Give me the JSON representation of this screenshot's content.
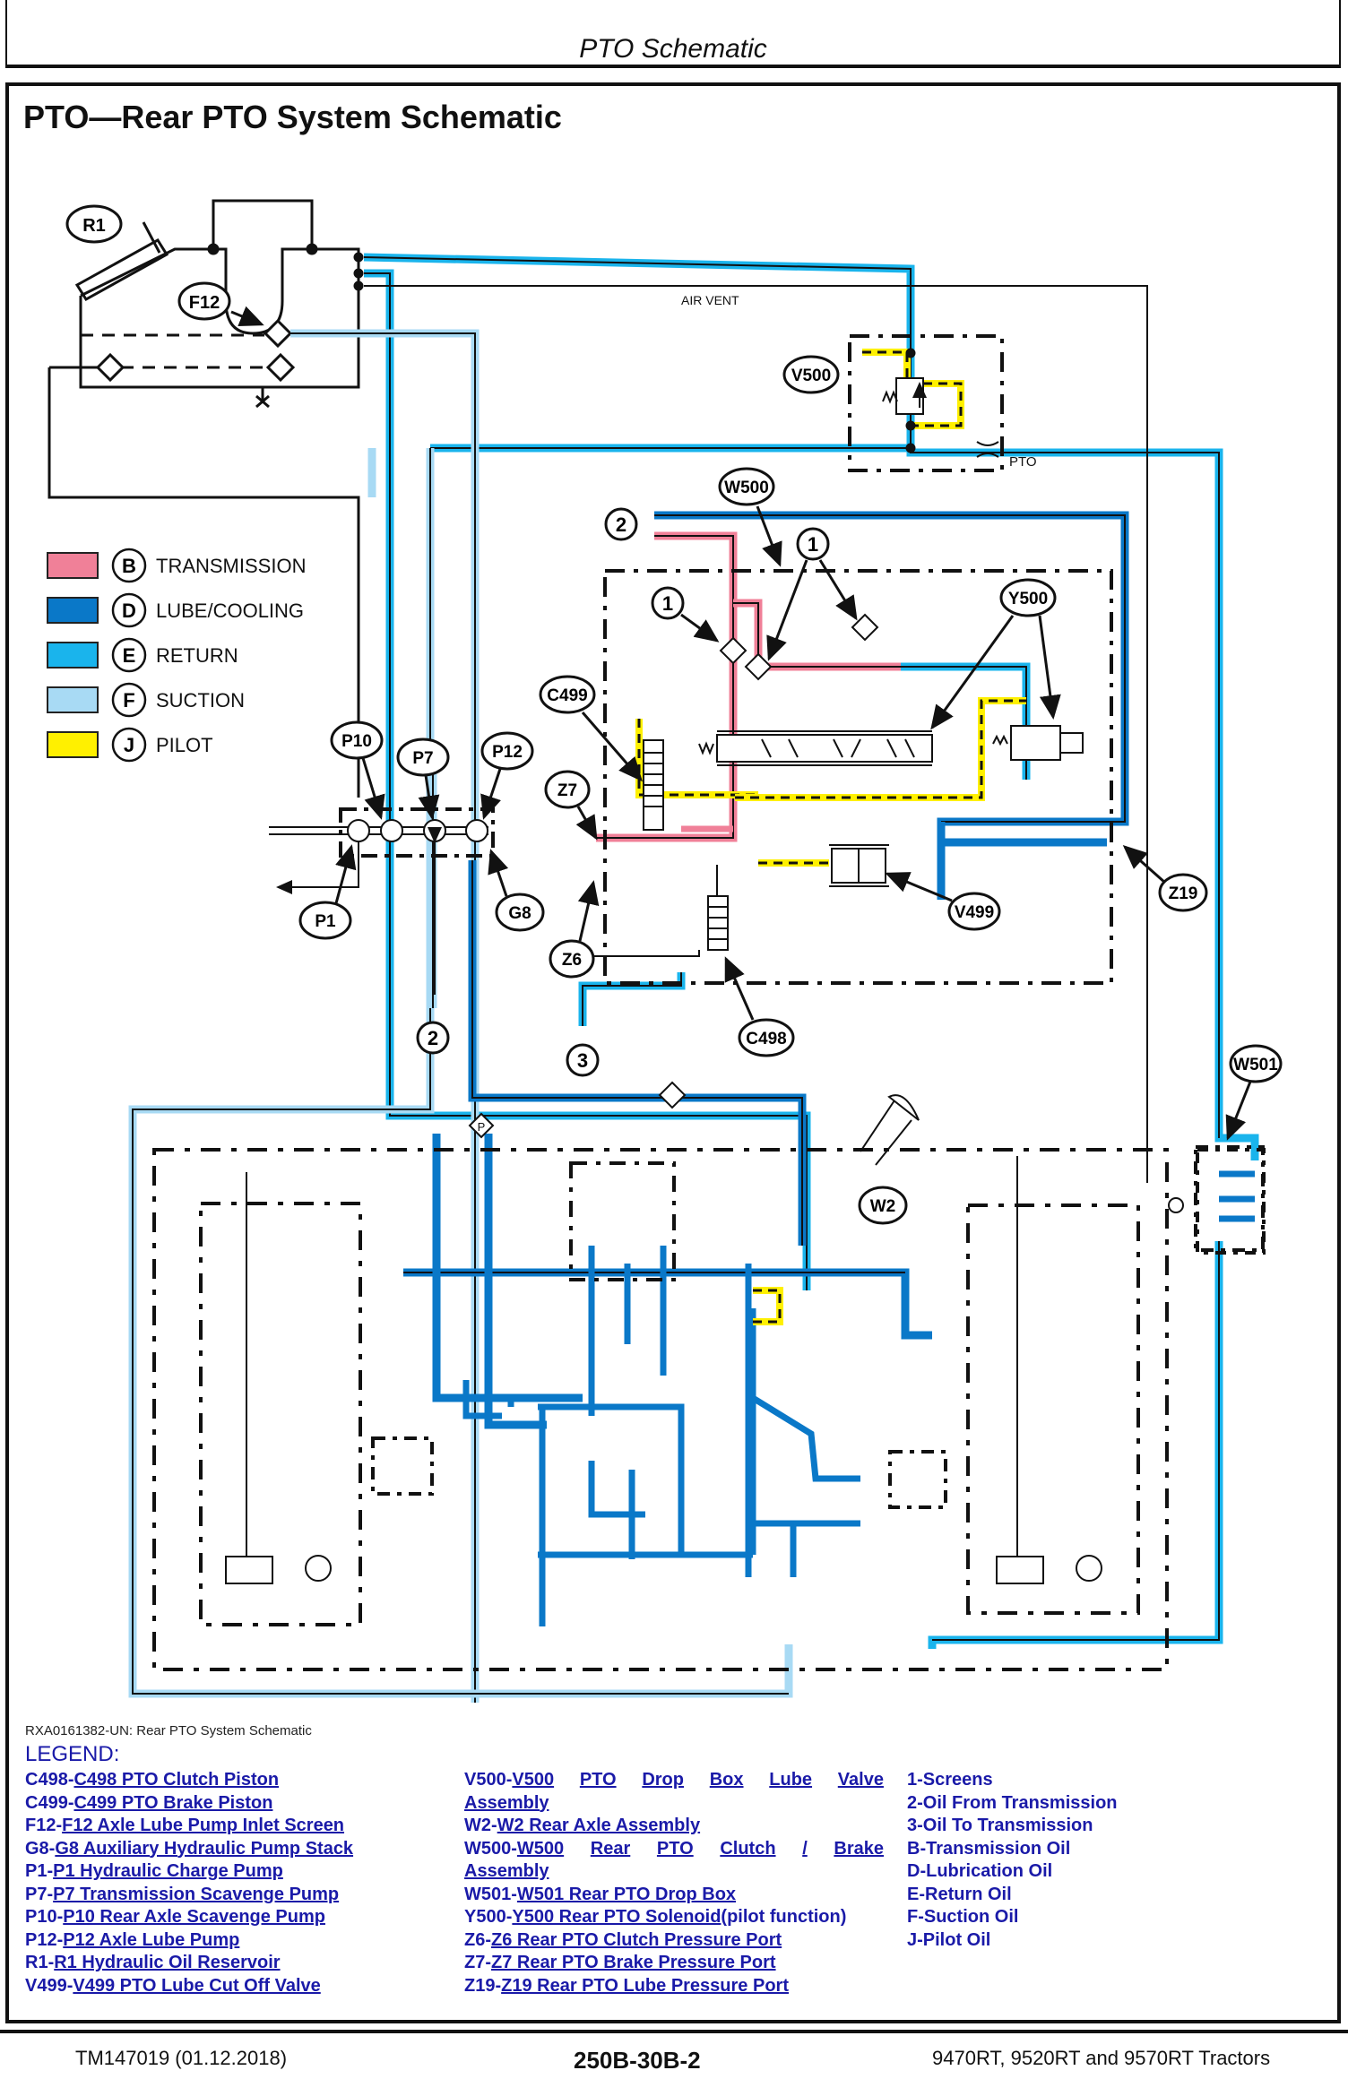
{
  "header": {
    "title": "PTO Schematic"
  },
  "section": {
    "title": "PTO—Rear PTO System Schematic"
  },
  "schematic": {
    "air_vent_label": "AIR VENT",
    "pto_label": "PTO",
    "component_tags": {
      "R1": "R1",
      "F12": "F12",
      "V500": "V500",
      "W500": "W500",
      "Y500": "Y500",
      "C499": "C499",
      "C498": "C498",
      "Z7": "Z7",
      "Z6": "Z6",
      "Z19": "Z19",
      "V499": "V499",
      "P10": "P10",
      "P7": "P7",
      "P12": "P12",
      "P1": "P1",
      "G8": "G8",
      "W501": "W501",
      "W2": "W2"
    },
    "callouts": {
      "screens": "1",
      "from_transmission": "2",
      "to_transmission": "3",
      "p_port": "P"
    },
    "color_key": [
      {
        "code": "B",
        "label": "TRANSMISSION",
        "color": "#f08098"
      },
      {
        "code": "D",
        "label": "LUBE/COOLING",
        "color": "#0a78c8"
      },
      {
        "code": "E",
        "label": "RETURN",
        "color": "#1ab4ec"
      },
      {
        "code": "F",
        "label": "SUCTION",
        "color": "#a8daf4"
      },
      {
        "code": "J",
        "label": "PILOT",
        "color": "#fff000"
      }
    ]
  },
  "caption": "RXA0161382-UN: Rear PTO System Schematic",
  "legend": {
    "heading": "LEGEND:",
    "col1": [
      {
        "code": "C498-",
        "text": "C498 PTO Clutch Piston"
      },
      {
        "code": "C499-",
        "text": "C499 PTO Brake Piston"
      },
      {
        "code": "F12-",
        "text": "F12 Axle Lube Pump Inlet Screen"
      },
      {
        "code": "G8-",
        "text": "G8 Auxiliary Hydraulic Pump Stack"
      },
      {
        "code": "P1-",
        "text": "P1 Hydraulic Charge Pump"
      },
      {
        "code": "P7-",
        "text": "P7 Transmission Scavenge Pump"
      },
      {
        "code": "P10-",
        "text": "P10 Rear Axle Scavenge Pump"
      },
      {
        "code": "P12-",
        "text": "P12 Axle Lube Pump"
      },
      {
        "code": "R1-",
        "text": "R1 Hydraulic Oil Reservoir"
      },
      {
        "code": "V499-",
        "text": "V499 PTO Lube Cut Off Valve"
      }
    ],
    "col2": [
      {
        "code": "V500-",
        "text": "V500 PTO Drop Box Lube Valve",
        "cont": "Assembly"
      },
      {
        "code": "W2-",
        "text": "W2 Rear Axle Assembly"
      },
      {
        "code": "W500-",
        "text": "W500 Rear PTO Clutch / Brake",
        "cont": "Assembly"
      },
      {
        "code": "W501-",
        "text": "W501 Rear PTO Drop Box"
      },
      {
        "code": "Y500-",
        "text": "Y500 Rear PTO Solenoid",
        "suffix": "(pilot function)"
      },
      {
        "code": "Z6-",
        "text": "Z6 Rear PTO Clutch Pressure Port"
      },
      {
        "code": "Z7-",
        "text": "Z7 Rear PTO Brake Pressure Port"
      },
      {
        "code": "Z19-",
        "text": "Z19 Rear PTO Lube Pressure Port"
      }
    ],
    "col3": [
      "1-Screens",
      "2-Oil From Transmission",
      "3-Oil To Transmission",
      "B-Transmission Oil",
      "D-Lubrication Oil",
      "E-Return Oil",
      "F-Suction Oil",
      "J-Pilot Oil"
    ]
  },
  "footer": {
    "doc_id": "TM147019 (01.12.2018)",
    "page": "250B-30B-2",
    "models": "9470RT, 9520RT and 9570RT Tractors"
  }
}
